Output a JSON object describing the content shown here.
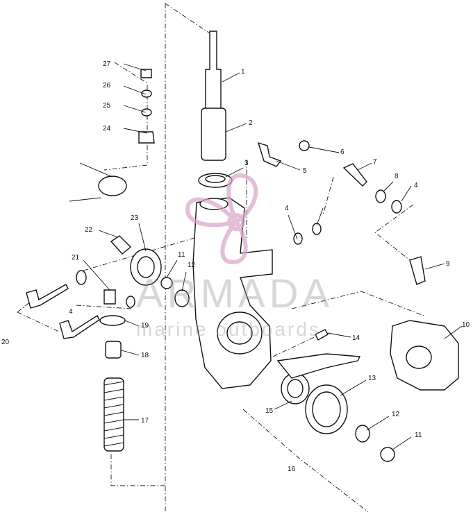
{
  "watermark": {
    "brand": "ARMADA",
    "tagline": "marine outboards",
    "accent_color": "#d9a3c8"
  },
  "callouts": [
    {
      "id": "c1",
      "label": "1"
    },
    {
      "id": "c2",
      "label": "2"
    },
    {
      "id": "c3",
      "label": "3"
    },
    {
      "id": "c4a",
      "label": "4"
    },
    {
      "id": "c4b",
      "label": "4"
    },
    {
      "id": "c4c",
      "label": "4"
    },
    {
      "id": "c5",
      "label": "5"
    },
    {
      "id": "c6",
      "label": "6"
    },
    {
      "id": "c7",
      "label": "7"
    },
    {
      "id": "c8",
      "label": "8"
    },
    {
      "id": "c9",
      "label": "9"
    },
    {
      "id": "c10",
      "label": "10"
    },
    {
      "id": "c11a",
      "label": "11"
    },
    {
      "id": "c11b",
      "label": "11"
    },
    {
      "id": "c12a",
      "label": "12"
    },
    {
      "id": "c12b",
      "label": "12"
    },
    {
      "id": "c13",
      "label": "13"
    },
    {
      "id": "c14",
      "label": "14"
    },
    {
      "id": "c15",
      "label": "15"
    },
    {
      "id": "c16",
      "label": "16"
    },
    {
      "id": "c17",
      "label": "17"
    },
    {
      "id": "c18",
      "label": "18"
    },
    {
      "id": "c19",
      "label": "19"
    },
    {
      "id": "c20",
      "label": "20"
    },
    {
      "id": "c21",
      "label": "21"
    },
    {
      "id": "c22",
      "label": "22"
    },
    {
      "id": "c23",
      "label": "23"
    },
    {
      "id": "c24",
      "label": "24"
    },
    {
      "id": "c25",
      "label": "25"
    },
    {
      "id": "c26",
      "label": "26"
    },
    {
      "id": "c27",
      "label": "27"
    }
  ]
}
